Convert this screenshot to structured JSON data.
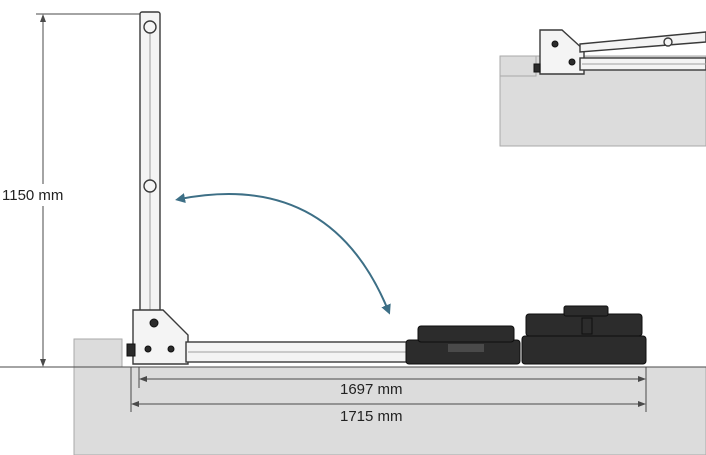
{
  "diagram": {
    "dimensions": {
      "height_label": "1150 mm",
      "inner_length_label": "1697 mm",
      "outer_length_label": "1715 mm"
    },
    "colors": {
      "arrow": "#3d6f86",
      "ground": "#dcdcdc",
      "frame": "#f4f4f4",
      "weights": "#2c2c2c"
    }
  }
}
